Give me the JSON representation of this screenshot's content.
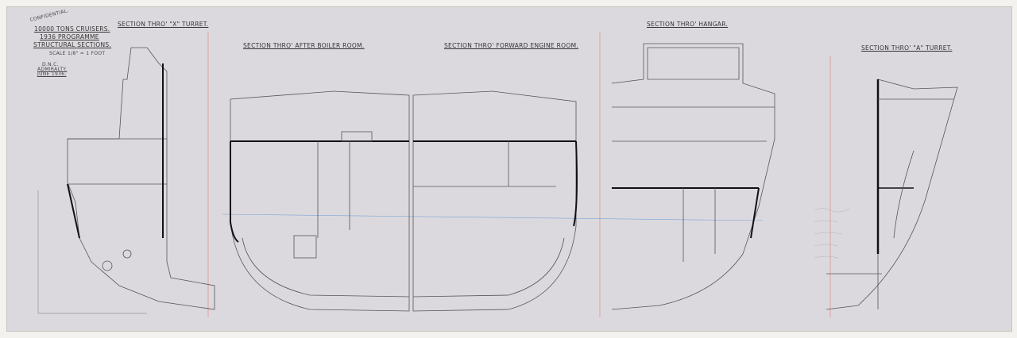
{
  "title_block": {
    "stamp": "CONFIDENTIAL.",
    "line1": "10000 TONS CRUISERS.",
    "line2": "1936 PROGRAMME",
    "line3": "STRUCTURAL SECTIONS.",
    "scale": "SCALE 1/8\" = 1 FOOT",
    "office": "D.N.C.",
    "org": "ADMIRALTY.",
    "date": "JUNE 1936."
  },
  "sections": [
    {
      "title": "SECTION THRO' \"X\" TURRET."
    },
    {
      "title": "SECTION THRO' AFTER BOILER ROOM."
    },
    {
      "title": "SECTION THRO' FORWARD ENGINE ROOM."
    },
    {
      "title": "SECTION THRO' HANGAR."
    },
    {
      "title": "SECTION THRO' \"A\" TURRET."
    }
  ]
}
